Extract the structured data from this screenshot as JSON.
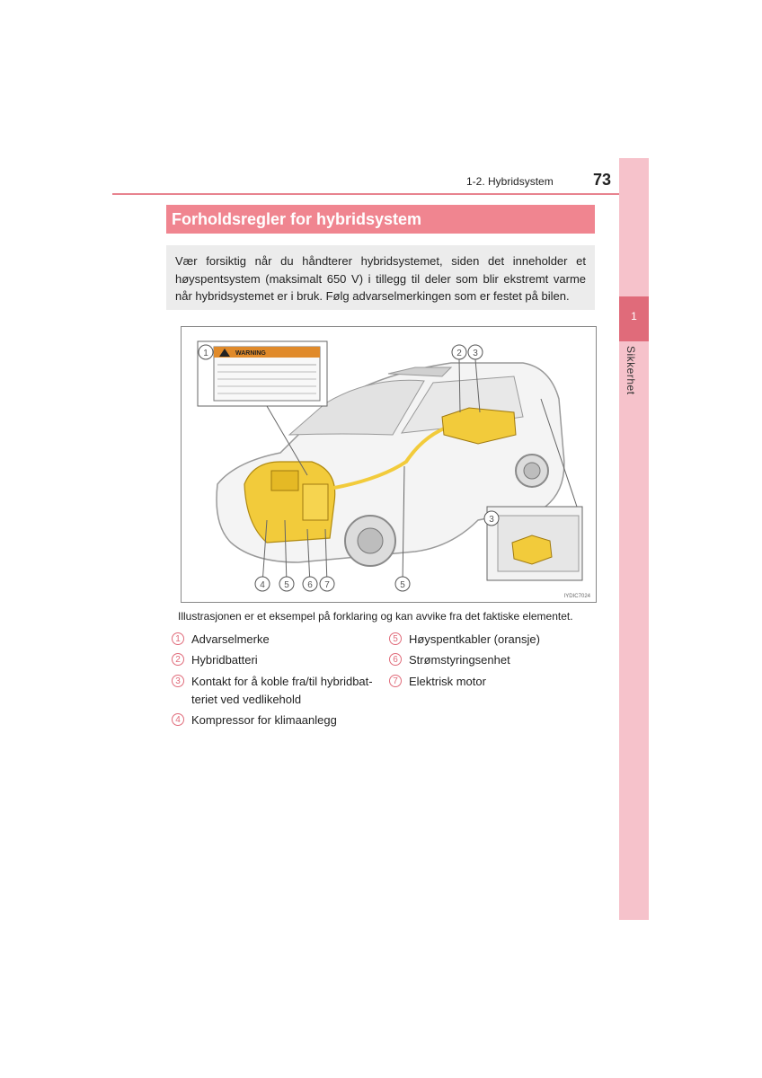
{
  "header": {
    "section": "1-2. Hybridsystem",
    "page_number": "73"
  },
  "side_tab": {
    "chapter_number": "1",
    "chapter_title": "Sikkerhet"
  },
  "title": "Forholdsregler for hybridsystem",
  "warning_text": "Vær forsiktig når du håndterer hybridsystemet, siden det inneholder et høyspentsystem (maksimalt 650 V) i tillegg til deler som blir ekstremt varme når hybridsystemet er i bruk. Følg advarselmerkingen som er festet på bilen.",
  "figure": {
    "code": "IYDIC7024",
    "callouts": [
      "1",
      "2",
      "3",
      "3",
      "4",
      "5",
      "6",
      "7",
      "5"
    ],
    "label_sticker": {
      "heading": "WARNING"
    }
  },
  "caption": "Illustrasjonen er et eksempel på forklaring og kan avvike fra det faktiske elementet.",
  "legend": [
    {
      "num": "1",
      "text": "Advarselmerke"
    },
    {
      "num": "2",
      "text": "Hybridbatteri"
    },
    {
      "num": "3",
      "text": "Kontakt for å koble fra/til hybridbat-",
      "text2": "teriet ved vedlikehold"
    },
    {
      "num": "4",
      "text": "Kompressor for klimaanlegg"
    },
    {
      "num": "5",
      "text": "Høyspentkabler (oransje)"
    },
    {
      "num": "6",
      "text": "Strømstyringsenhet"
    },
    {
      "num": "7",
      "text": "Elektrisk motor"
    }
  ],
  "colors": {
    "accent": "#f08590",
    "side_tab": "#f6c2cb",
    "side_tab_active": "#e06b7a",
    "component_yellow": "#f2cb3b"
  }
}
